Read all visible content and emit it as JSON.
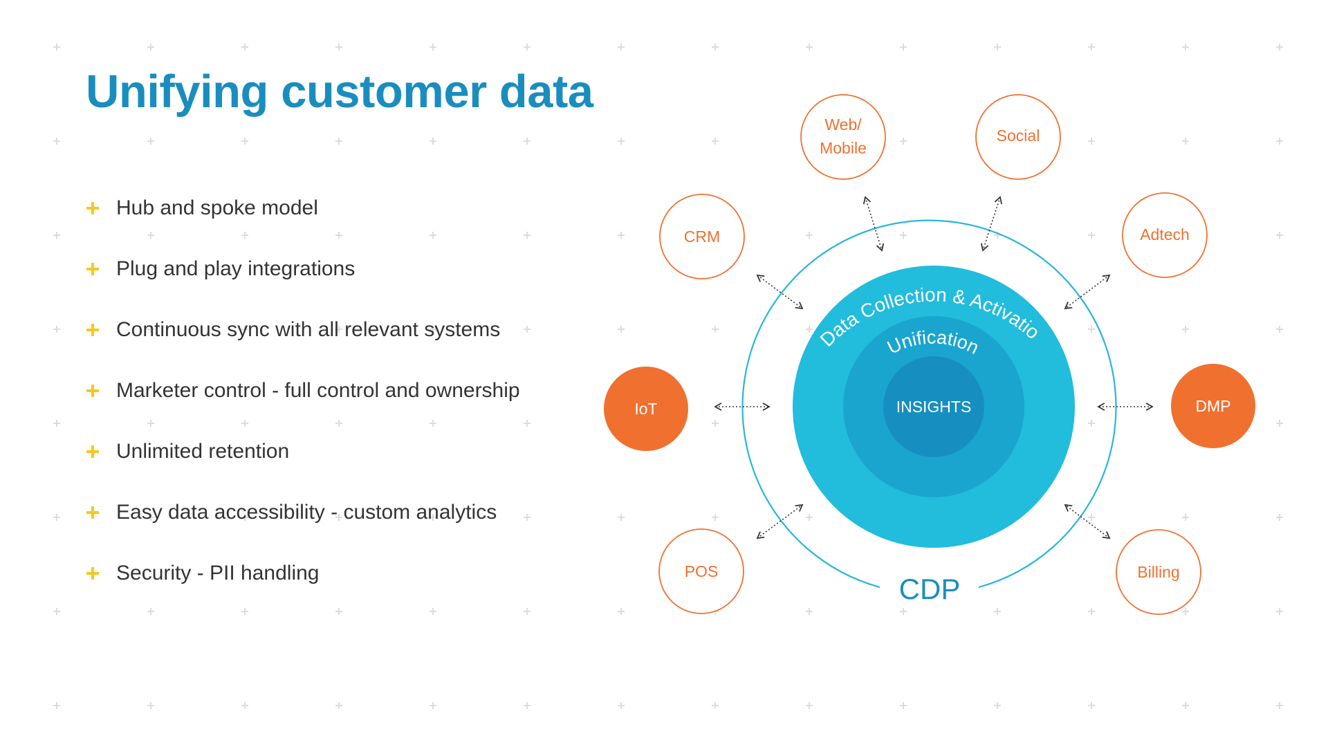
{
  "slide": {
    "title": "Unifying customer data"
  },
  "bullets": [
    "Hub and spoke model",
    "Plug and play integrations",
    "Continuous sync with all relevant systems",
    "Marketer control - full control and ownership",
    "Unlimited retention",
    "Easy data accessibility - custom analytics",
    "Security - PII handling"
  ],
  "diagram": {
    "hub_label": "CDP",
    "outer_ring_label": "Data Collection & Activation",
    "middle_ring_label": "Unification",
    "core_label": "INSIGHTS",
    "spokes": {
      "web_mobile": [
        "Web/",
        "Mobile"
      ],
      "social": "Social",
      "crm": "CRM",
      "adtech": "Adtech",
      "iot": "IoT",
      "dmp": "DMP",
      "pos": "POS",
      "billing": "Billing"
    }
  },
  "colors": {
    "title": "#1a8dbf",
    "bullet_marker": "#f6c624",
    "body_text": "#333333",
    "orange": "#f0702f",
    "ring_outer": "#22bcdc",
    "ring_middle": "#1aa5cf",
    "ring_core": "#168fc0",
    "cdp_outline": "#27b7d9",
    "cdp_label": "#1a8dbf",
    "background_plus": "#dcdcdc"
  }
}
